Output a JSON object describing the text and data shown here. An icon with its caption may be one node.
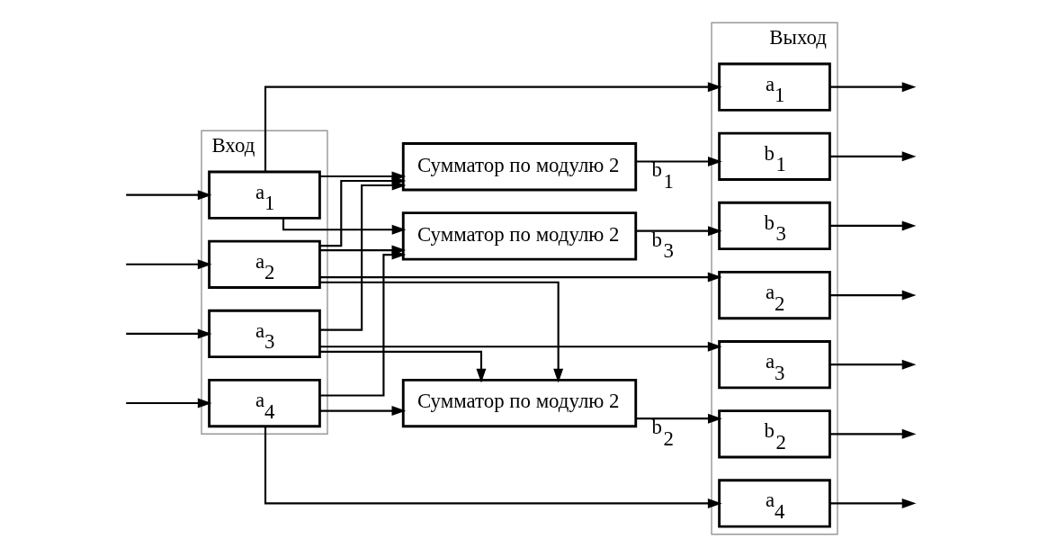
{
  "diagram": {
    "nodes": [
      {
        "text": [
          "Вход"
        ]
      },
      {
        "text": [
          "a$_{1}$"
        ],
        "in": 0
      },
      {
        "text": [
          "a$_{2}$"
        ],
        "in": 0
      },
      {
        "text": [
          "a$_{3}$"
        ],
        "in": 0
      },
      {
        "text": [
          "a$_{4}$"
        ],
        "in": 0
      },
      {
        "text": [
          "Выход"
        ]
      },
      {
        "text": [
          "a$_{1}$"
        ],
        "in": 5
      },
      {
        "text": [
          "a$_{2}$"
        ],
        "in": 5
      },
      {
        "text": [
          "a$_{3}$"
        ],
        "in": 5
      },
      {
        "text": [
          "a$_{4}$"
        ],
        "in": 5
      },
      {
        "text": [
          "b$_{1}$"
        ],
        "in": 5
      },
      {
        "text": [
          "b$_{2}$"
        ],
        "in": 5
      },
      {
        "text": [
          "b$_{3}$"
        ],
        "in": 5
      },
      {
        "text": [
          "Сумматор по модулю 2"
        ]
      },
      {
        "text": [
          "Сумматор по модулю 2"
        ]
      },
      {
        "text": [
          "Сумматор по модулю 2"
        ]
      }
    ],
    "edges": [
      {
        "from": null,
        "to": 1,
        "arrow": "to"
      },
      {
        "from": null,
        "to": 2,
        "arrow": "to"
      },
      {
        "from": null,
        "to": 3,
        "arrow": "to"
      },
      {
        "from": null,
        "to": 4,
        "arrow": "to"
      },
      {
        "from": 1,
        "to": 6,
        "arrow": "to"
      },
      {
        "from": 2,
        "to": 7,
        "arrow": "to"
      },
      {
        "from": 3,
        "to": 8,
        "arrow": "to"
      },
      {
        "from": 4,
        "to": 9,
        "arrow": "to"
      },
      {
        "from": 1,
        "to": 13,
        "arrow": "to"
      },
      {
        "from": 2,
        "to": 13,
        "arrow": "to"
      },
      {
        "from": 3,
        "to": 13,
        "arrow": "to"
      },
      {
        "from": 2,
        "to": 14,
        "arrow": "to"
      },
      {
        "from": 3,
        "to": 14,
        "arrow": "to"
      },
      {
        "from": 4,
        "to": 14,
        "arrow": "to"
      },
      {
        "from": 1,
        "to": 15,
        "arrow": "to"
      },
      {
        "from": 2,
        "to": 15,
        "arrow": "to"
      },
      {
        "from": 4,
        "to": 15,
        "arrow": "to"
      },
      {
        "from": 13,
        "to": 10,
        "arrow": "to",
        "label": "b$_{1}$"
      },
      {
        "from": 14,
        "to": 11,
        "arrow": "to",
        "label": "b$_{2}$"
      },
      {
        "from": 15,
        "to": 12,
        "arrow": "to",
        "label": "b$_{3}$"
      },
      {
        "from": 6,
        "to": null,
        "arrow": "to"
      },
      {
        "from": 7,
        "to": null,
        "arrow": "to"
      },
      {
        "from": 8,
        "to": null,
        "arrow": "to"
      },
      {
        "from": 9,
        "to": null,
        "arrow": "to"
      },
      {
        "from": 10,
        "to": null,
        "arrow": "to"
      },
      {
        "from": 11,
        "to": null,
        "arrow": "to"
      },
      {
        "from": 12,
        "to": null,
        "arrow": "to"
      }
    ]
  }
}
